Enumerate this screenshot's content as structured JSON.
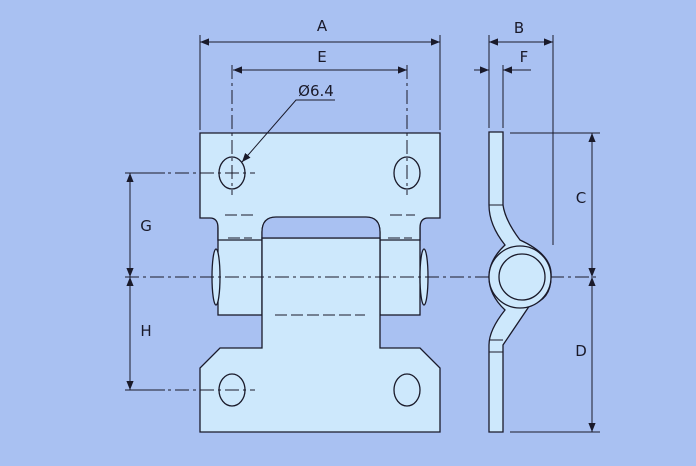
{
  "title": "Hinge dimension drawing",
  "colors": {
    "background": "#a9c1f2",
    "part_fill": "#cde8fc",
    "line": "#1a1a2a"
  },
  "labels": {
    "A": "A",
    "B": "B",
    "C": "C",
    "D": "D",
    "E": "E",
    "F": "F",
    "G": "G",
    "H": "H",
    "hole": "Ø6.4"
  }
}
